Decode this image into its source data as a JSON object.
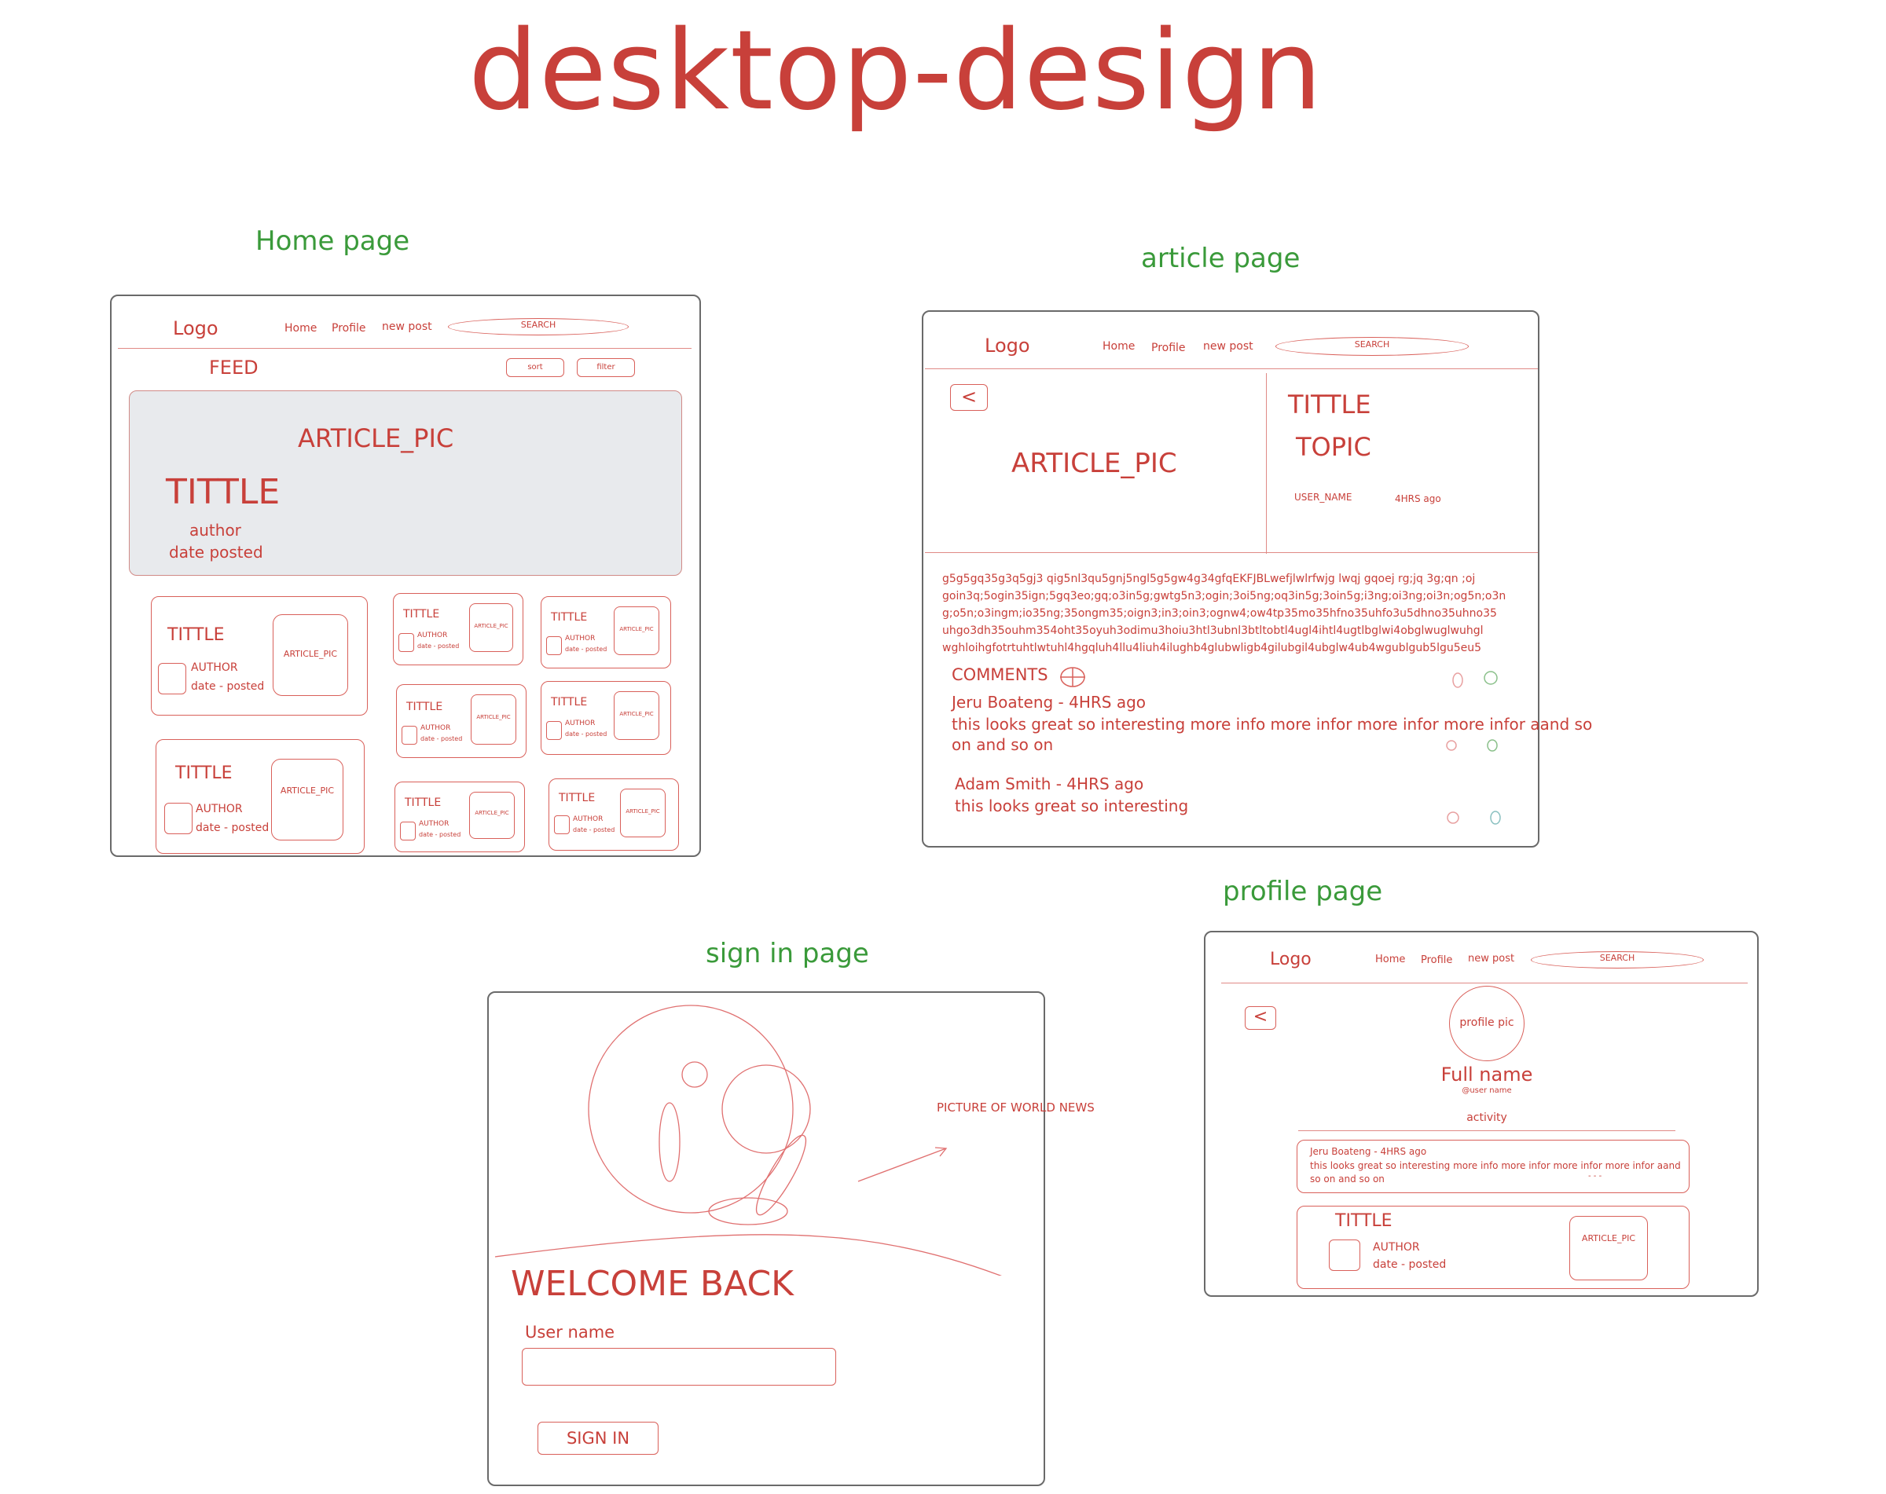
{
  "title": "desktop-design",
  "colors": {
    "accent": "#c8403a",
    "section": "#3a9a3a",
    "feature_bg": "#e8eaed"
  },
  "home": {
    "section_title": "Home page",
    "nav": {
      "logo": "Logo",
      "home": "Home",
      "profile": "Profile",
      "new_post": "new post",
      "search": "SEARCH"
    },
    "feed": "FEED",
    "sort": "sort",
    "filter": "filter",
    "featured": {
      "pic": "ARTICLE_PIC",
      "title": "TITTLE",
      "author": "author",
      "date": "date posted"
    },
    "cards": [
      {
        "title": "TITTLE",
        "author": "AUTHOR",
        "date": "date - posted",
        "pic": "ARTICLE_PIC"
      },
      {
        "title": "TITTLE",
        "author": "AUTHOR",
        "date": "date - posted",
        "pic": "ARTICLE_PIC"
      },
      {
        "title": "TITTLE",
        "author": "AUTHOR",
        "date": "date - posted",
        "pic": "ARTICLE_PIC"
      },
      {
        "title": "TITTLE",
        "author": "AUTHOR",
        "date": "date - posted",
        "pic": "ARTICLE_PIC"
      },
      {
        "title": "TITTLE",
        "author": "AUTHOR",
        "date": "date - posted",
        "pic": "ARTICLE_PIC"
      },
      {
        "title": "TITTLE",
        "author": "AUTHOR",
        "date": "date - posted",
        "pic": "ARTICLE_PIC"
      },
      {
        "title": "TITTLE",
        "author": "AUTHOR",
        "date": "date - posted",
        "pic": "ARTICLE_PIC"
      },
      {
        "title": "TITTLE",
        "author": "AUTHOR",
        "date": "date - posted",
        "pic": "ARTICLE_PIC"
      }
    ]
  },
  "article": {
    "section_title": "article page",
    "nav": {
      "logo": "Logo",
      "home": "Home",
      "profile": "Profile",
      "new_post": "new post",
      "search": "SEARCH"
    },
    "back": "<",
    "pic": "ARTICLE_PIC",
    "title": "TITTLE",
    "topic": "TOPIC",
    "user_name": "USER_NAME",
    "time": "4HRS ago",
    "body_lines": [
      "g5g5gq35g3q5gj3 qig5nl3qu5gnj5ngl5g5gw4g34gfqEKFJBLwefjlwlrfwjg lwqj gqoej rg;jq 3g;qn ;oj",
      "goin3q;5ogin35ign;5gq3eo;gq;o3in5g;gwtg5n3;ogin;3oi5ng;oq3in5g;3oin5g;i3ng;oi3ng;oi3n;og5n;o3n",
      "g;o5n;o3ingm;io35ng;35ongm35;oign3;in3;oin3;ognw4;ow4tp35mo35hfno35uhfo3u5dhno35uhno35",
      "uhgo3dh35ouhm354oht35oyuh3odimu3hoiu3htl3ubnl3btltobtl4ugl4ihtl4ugtlbglwi4obglwuglwuhgl",
      "wghloihgfotrtuhtlwtuhl4hgqluh4llu4liuh4ilughb4glubwligb4gilubgil4ubglw4ub4wgublgub5lgu5eu5"
    ],
    "comments_label": "COMMENTS",
    "comments": [
      {
        "header": "Jeru Boateng - 4HRS ago",
        "text": "this looks great so interesting more info more infor more infor more infor aand so",
        "text2": "on and so on"
      },
      {
        "header": "Adam Smith - 4HRS ago",
        "text": "this looks great so interesting"
      }
    ]
  },
  "signin": {
    "section_title": "sign in page",
    "picture_label": "PICTURE OF WORLD NEWS",
    "welcome": "WELCOME BACK",
    "username_label": "User name",
    "button": "SIGN IN"
  },
  "profile": {
    "section_title": "profile page",
    "nav": {
      "logo": "Logo",
      "home": "Home",
      "profile": "Profile",
      "new_post": "new post",
      "search": "SEARCH"
    },
    "back": "<",
    "pic": "profile pic",
    "full_name": "Full name",
    "user_name": "@user name",
    "activity": "activity",
    "comment": {
      "header": "Jeru Boateng - 4HRS ago",
      "text": "this looks great so interesting more info more infor more infor more infor aand",
      "text2": "so on and so on",
      "dots": "- - -"
    },
    "post": {
      "title": "TITTLE",
      "author": "AUTHOR",
      "date": "date - posted",
      "pic": "ARTICLE_PIC"
    }
  }
}
